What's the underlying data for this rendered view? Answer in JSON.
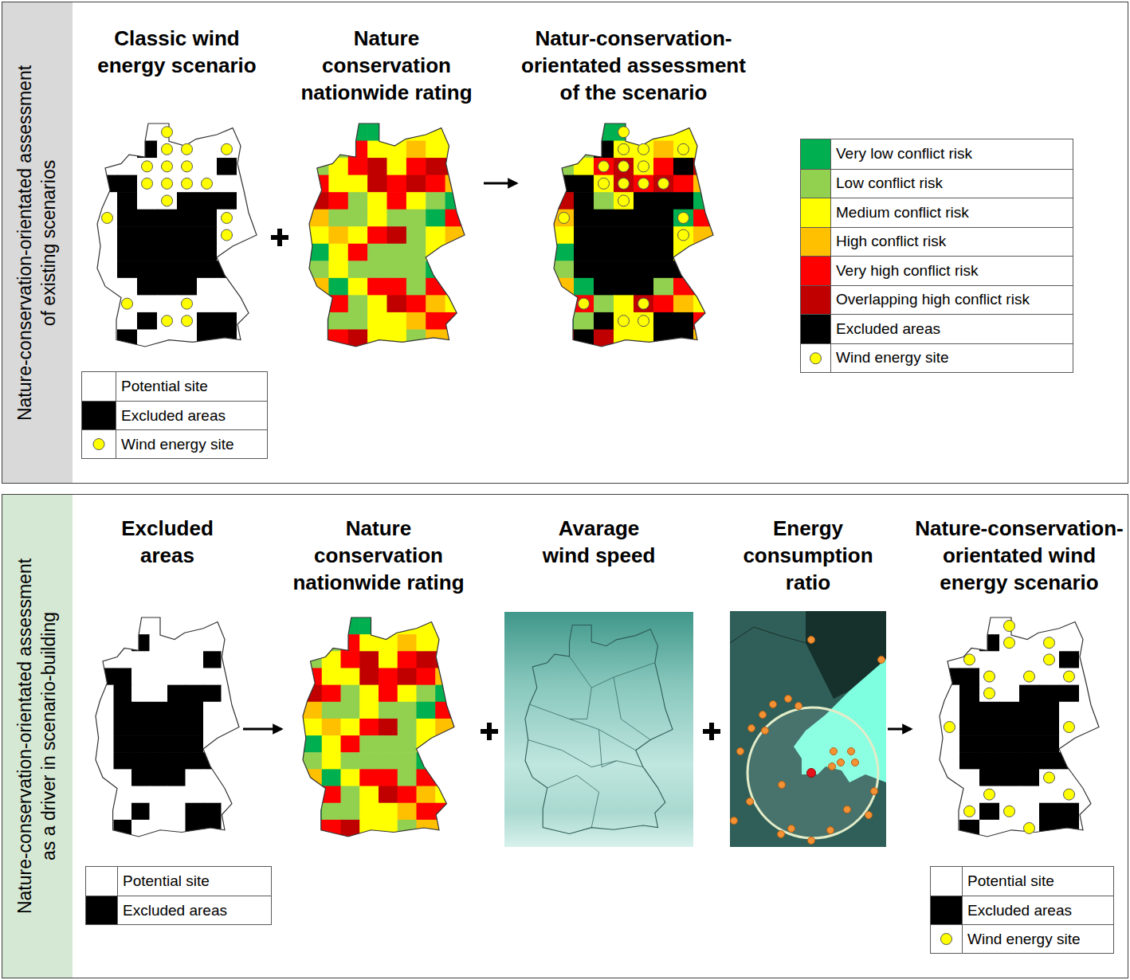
{
  "diagram": {
    "nodes": [
      {
        "text": [
          "Nature-conservation-orientated assessment of existing scenarios"
        ]
      },
      {
        "text": [
          "Classic wind energy scenario"
        ],
        "in": 0
      },
      {
        "text": [
          "Nature conservation nationwide rating"
        ],
        "in": 0
      },
      {
        "text": [
          "Natur-conservation-orientated assessment of the scenario"
        ],
        "in": 0
      },
      {
        "text": [
          "Nature-conservation-orientated assessment as a driver in scenario-building"
        ]
      },
      {
        "text": [
          "Excluded areas"
        ],
        "in": 4
      },
      {
        "text": [
          "Nature conservation nationwide rating"
        ],
        "in": 4
      },
      {
        "text": [
          "Avarage wind speed"
        ],
        "in": 4
      },
      {
        "text": [
          "Energy consumption ratio"
        ],
        "in": 4
      },
      {
        "text": [
          "Nature-conservation-orientated wind energy scenario"
        ],
        "in": 4
      }
    ],
    "edges": [
      {
        "from": 2,
        "to": 3,
        "arrow": "to"
      },
      {
        "from": 5,
        "to": 6,
        "arrow": "to"
      },
      {
        "from": 8,
        "to": 9,
        "arrow": "to"
      }
    ],
    "legend": [
      {
        "text": "Potential site",
        "color": "#ffffff"
      },
      {
        "text": "Excluded areas",
        "color": "#000000"
      },
      {
        "text": "Wind energy site"
      },
      {
        "text": "Very low conflict risk",
        "color": "#00b050"
      },
      {
        "text": "Low conflict risk",
        "color": "#92d050"
      },
      {
        "text": "Medium conflict risk",
        "color": "#ffff00"
      },
      {
        "text": "High conflict risk",
        "color": "#ffc000"
      },
      {
        "text": "Very high conflict risk",
        "color": "#ff0000"
      },
      {
        "text": "Overlapping high conflict risk",
        "color": "#c00000"
      },
      {
        "text": "Excluded areas",
        "color": "#000000"
      },
      {
        "text": "Wind energy site"
      },
      {
        "text": "Potential site",
        "color": "#ffffff"
      },
      {
        "text": "Excluded areas",
        "color": "#000000"
      },
      {
        "text": "Potential site",
        "color": "#ffffff"
      },
      {
        "text": "Excluded areas",
        "color": "#000000"
      },
      {
        "text": "Wind energy site"
      }
    ]
  }
}
